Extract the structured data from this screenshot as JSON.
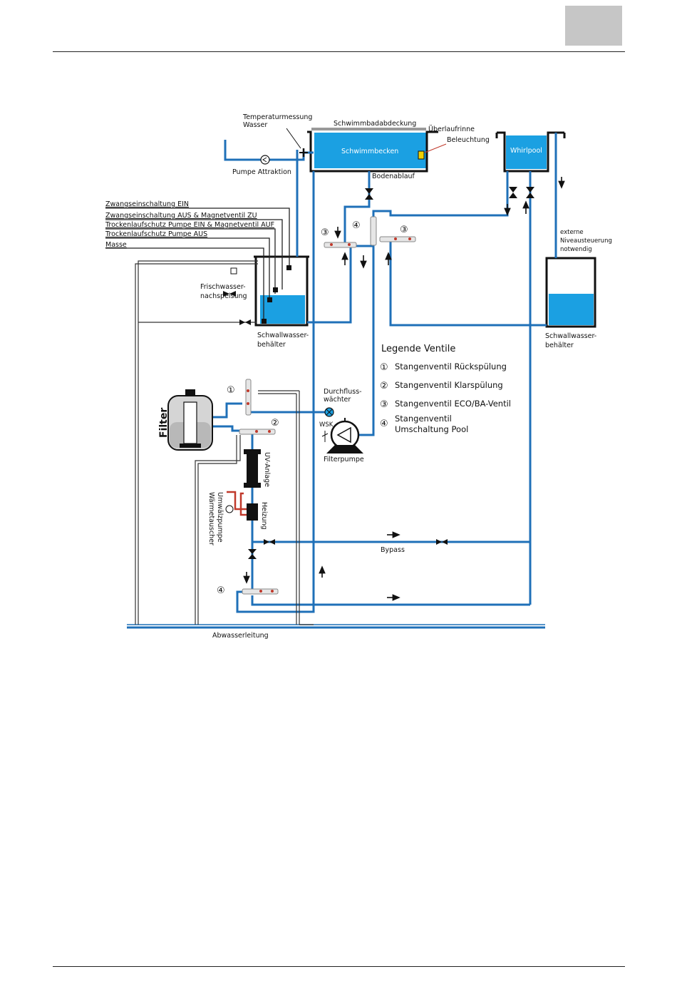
{
  "diagram": {
    "labels": {
      "temperaturmessung": [
        "Temperaturmessung",
        "Wasser"
      ],
      "abdeckung": "Schwimmbadabdeckung",
      "ueberlaufrinne": "Überlaufrinne",
      "beleuchtung": "Beleuchtung",
      "schwimmbecken": "Schwimmbecken",
      "whirlpool": "Whirlpool",
      "pumpe_attraktion": "Pumpe Attraktion",
      "bodenablauf": "Bodenablauf",
      "zwangs_ein": "Zwangseinschaltung EIN",
      "zwangs_aus": "Zwangseinschaltung AUS & Magnetventil ZU",
      "trocken_ein": "Trockenlaufschutz Pumpe EIN & Magnetventil AUF",
      "trocken_aus": "Trockenlaufschutz Pumpe AUS",
      "masse": "Masse",
      "frischwasser": [
        "Frischwasser-",
        "nachspeisung"
      ],
      "schwall_left": [
        "Schwallwasser-",
        "behälter"
      ],
      "schwall_right": [
        "Schwallwasser-",
        "behälter"
      ],
      "externe": [
        "externe",
        "Niveausteuerung",
        "notwendig"
      ],
      "durchfluss": [
        "Durchfluss-",
        "wächter"
      ],
      "filterpumpe": "Filterpumpe",
      "wsk": "WSK",
      "filter": "Filter",
      "uv_anlage": "UV-Anlage",
      "heizung": "Heizung",
      "umwaelz": [
        "Umwälzpumpe",
        "Wärmetauscher"
      ],
      "bypass": "Bypass",
      "abwasser": "Abwasserleitung"
    },
    "valve_numbers": {
      "n1": "①",
      "n2": "②",
      "n3": "③",
      "n4": "④"
    },
    "legend": {
      "title": "Legende Ventile",
      "items": [
        {
          "num": "①",
          "text": "Stangenventil Rückspülung"
        },
        {
          "num": "②",
          "text": "Stangenventil Klarspülung"
        },
        {
          "num": "③",
          "text": "Stangenventil ECO/BA-Ventil"
        },
        {
          "num": "④",
          "text": "Stangenventil",
          "text2": "Umschaltung Pool"
        }
      ]
    },
    "colors": {
      "pipe": "#1f70b8",
      "water": "#1ba0e2",
      "heater_pipe": "#c0392b"
    }
  }
}
